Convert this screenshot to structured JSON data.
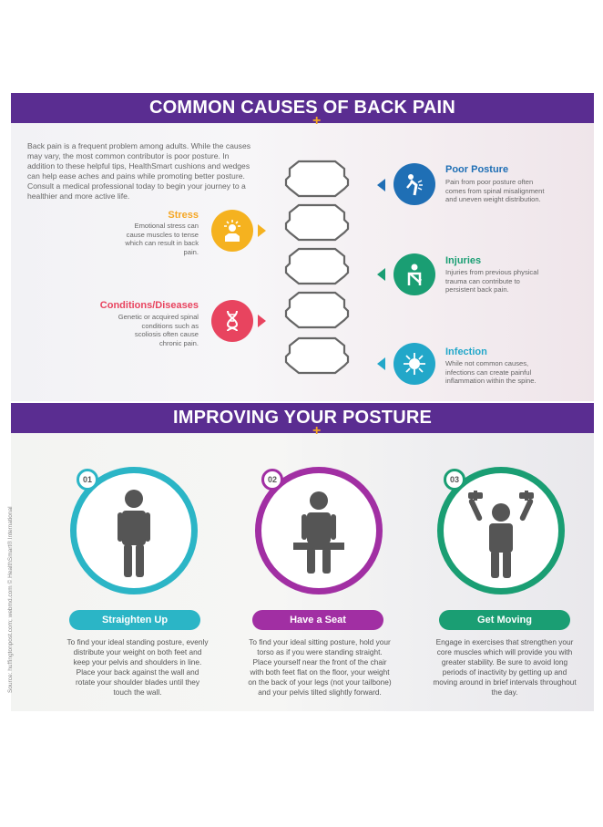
{
  "section1": {
    "title": "COMMON CAUSES OF BACK PAIN",
    "intro": "Back pain is a frequent problem among adults. While the causes may vary, the most common contributor is poor posture. In addition to these helpful tips, HealthSmart cushions and wedges can help ease aches and pains while promoting better posture. Consult a medical professional today to begin your journey to a healthier and more active life.",
    "causes": [
      {
        "title": "Poor Posture",
        "desc": "Pain from poor posture often comes from spinal misalignment and uneven weight distribution.",
        "color": "#1f6fb5",
        "icon": "bent-person-icon"
      },
      {
        "title": "Stress",
        "desc": "Emotional stress can cause muscles to tense which can result in back pain.",
        "color": "#f5b21f",
        "icon": "stressed-person-icon"
      },
      {
        "title": "Injuries",
        "desc": "Injuries from previous physical trauma can contribute to persistent back pain.",
        "color": "#1a9e73",
        "icon": "arm-sling-icon"
      },
      {
        "title": "Conditions/Diseases",
        "desc": "Genetic or acquired spinal conditions such as scoliosis often cause chronic pain.",
        "color": "#e8445f",
        "icon": "dna-icon"
      },
      {
        "title": "Infection",
        "desc": "While not common causes, infections can create painful inflammation within the spine.",
        "color": "#22a7c9",
        "icon": "virus-icon"
      }
    ]
  },
  "section2": {
    "title": "IMPROVING YOUR POSTURE",
    "tips": [
      {
        "number": "01",
        "label": "Straighten Up",
        "color": "#2bb5c6",
        "desc": "To find your ideal standing posture, evenly distribute your weight on both feet and keep your pelvis and shoulders in line. Place your back against the wall and rotate your shoulder blades until they touch the wall."
      },
      {
        "number": "02",
        "label": "Have a Seat",
        "color": "#a12fa3",
        "desc": "To find your ideal sitting posture, hold your torso as if you were standing straight. Place yourself near the front of the chair with both feet flat on the floor, your weight on the back of your legs (not your tailbone) and your pelvis tilted slightly forward."
      },
      {
        "number": "03",
        "label": "Get Moving",
        "color": "#1a9e73",
        "desc": "Engage in exercises that strengthen your core muscles which will provide you with greater stability. Be sure to avoid long periods of inactivity by getting up and moving around in brief intervals throughout the day."
      }
    ]
  },
  "source": "Source: huffingtonpost.com; webmd.com  © HealthSmart® International",
  "colors": {
    "banner": "#5a2d91",
    "plus": "#f5a623"
  }
}
